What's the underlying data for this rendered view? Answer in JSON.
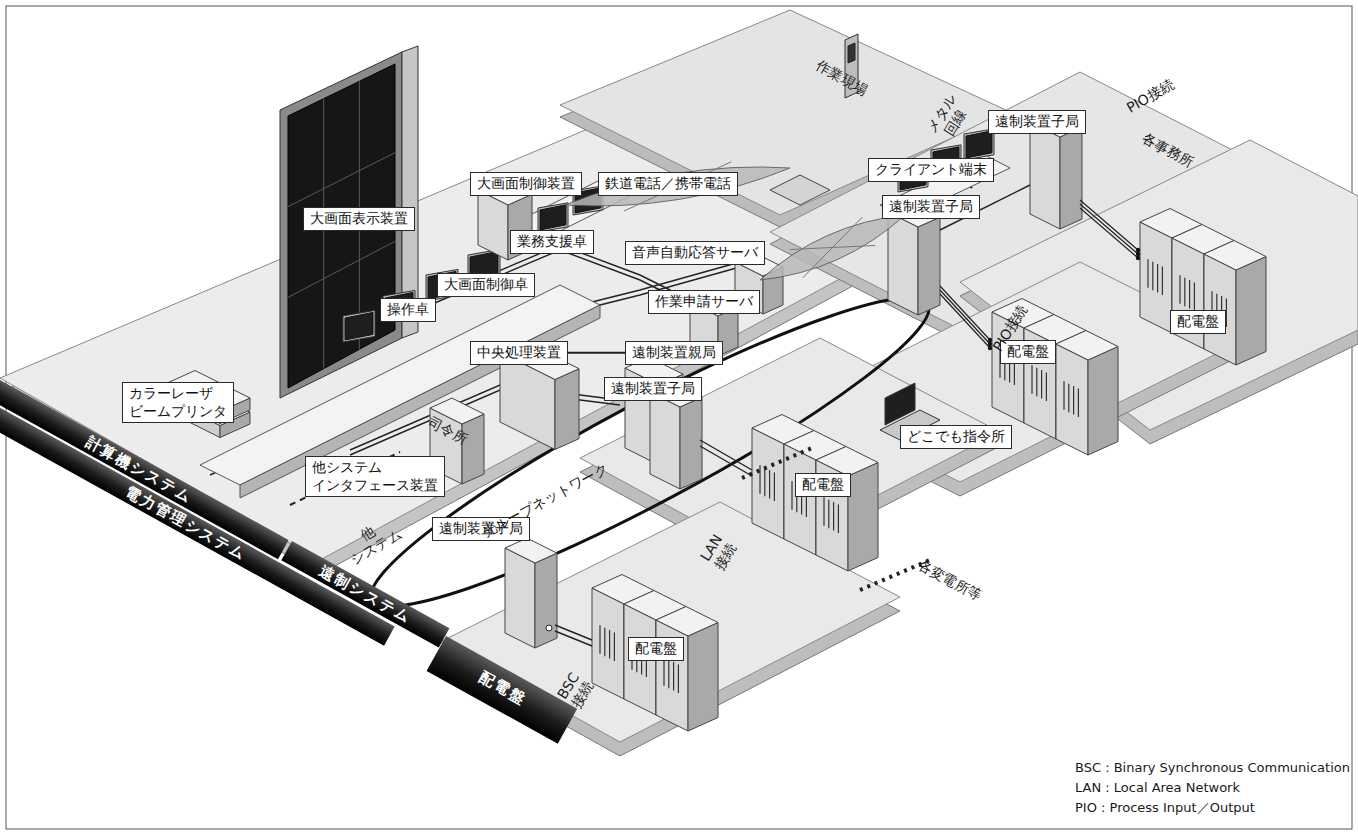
{
  "diagram": {
    "nodes": [
      {
        "text": [
          "大画面表示装置"
        ]
      },
      {
        "text": [
          "大画面制御装置"
        ]
      },
      {
        "text": [
          "鉄道電話／携帯電話"
        ]
      },
      {
        "text": [
          "クライアント端末"
        ]
      },
      {
        "text": [
          "業務支援卓"
        ]
      },
      {
        "text": [
          "音声自動応答サーバ"
        ]
      },
      {
        "text": [
          "遠制装置子局"
        ]
      },
      {
        "text": [
          "大画面制御卓"
        ]
      },
      {
        "text": [
          "作業申請サーバ"
        ]
      },
      {
        "text": [
          "遠制装置子局"
        ]
      },
      {
        "text": [
          "操作卓"
        ]
      },
      {
        "text": [
          "中央処理装置"
        ]
      },
      {
        "text": [
          "遠制装置親局"
        ]
      },
      {
        "text": [
          "配電盤"
        ]
      },
      {
        "text": [
          "配電盤"
        ]
      },
      {
        "text": [
          "カラーレーザ ビームプリンタ"
        ]
      },
      {
        "text": [
          "遠制装置子局"
        ]
      },
      {
        "text": [
          "どこでも指令所"
        ]
      },
      {
        "text": [
          "他システム インタフェース装置"
        ]
      },
      {
        "text": [
          "配電盤"
        ]
      },
      {
        "text": [
          "遠制装置子局"
        ]
      },
      {
        "text": [
          "配電盤"
        ]
      },
      {
        "text": [
          "計算機システム"
        ]
      },
      {
        "text": [
          "遠制システム"
        ]
      },
      {
        "text": [
          "電力管理システム"
        ]
      },
      {
        "text": [
          "配電盤"
        ]
      }
    ],
    "edges": [
      {
        "from": 11,
        "to": 12,
        "arrow": "none"
      }
    ],
    "labels": [
      "作業現場",
      "各事務所",
      "PIO接続",
      "メタル 回線",
      "PIO接続",
      "光ループネットワーク",
      "司令所",
      "他 システム",
      "LAN 接続",
      "各変電所等",
      "BSC 接続",
      "BSC : Binary Synchronous Communication",
      "LAN : Local Area Network",
      "PIO : Process Input／Output"
    ]
  }
}
